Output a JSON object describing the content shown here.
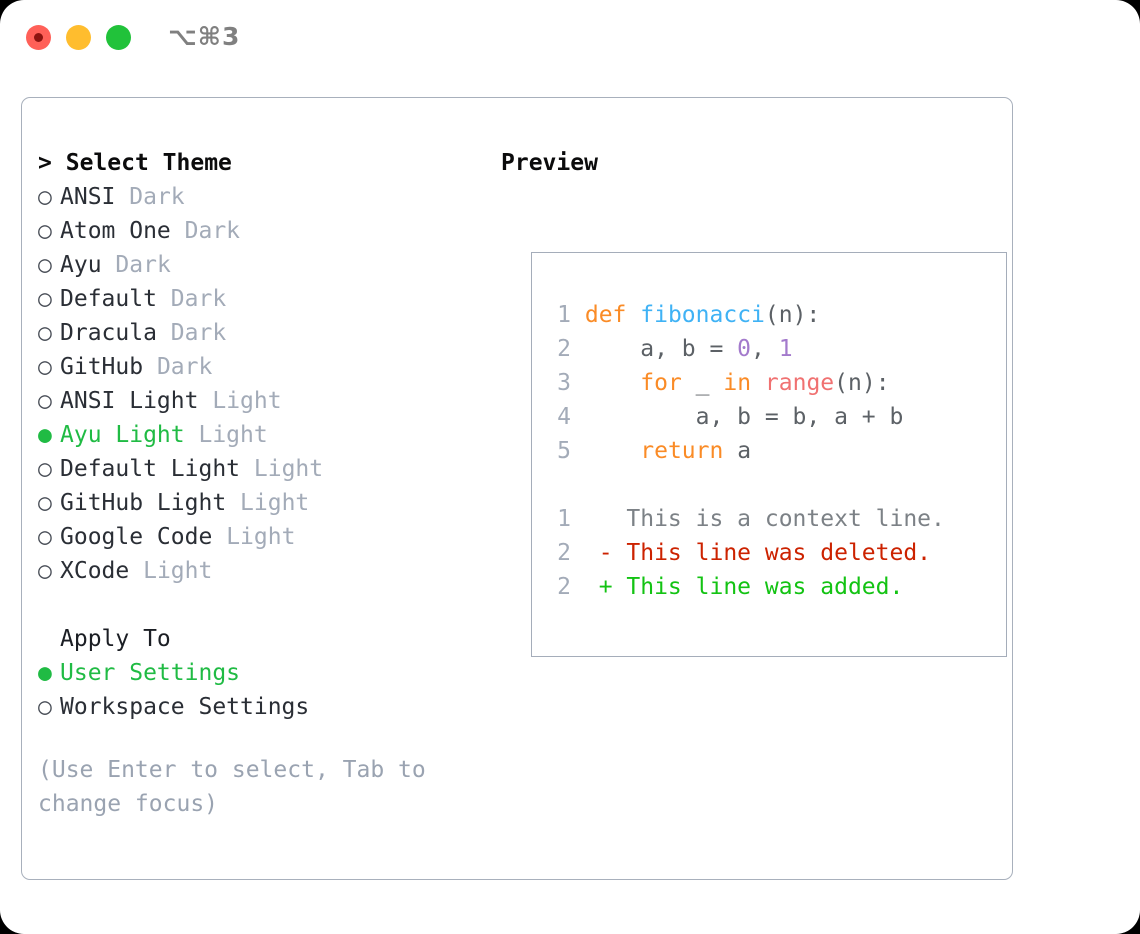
{
  "window": {
    "title": "⌥⌘3",
    "controls": [
      "close",
      "minimize",
      "maximize"
    ]
  },
  "theme_picker": {
    "heading_prefix": ">",
    "heading": "Select Theme",
    "bullet_selected": "●",
    "bullet_unselected": "○",
    "themes": [
      {
        "name": "ANSI",
        "category": "Dark",
        "selected": false
      },
      {
        "name": "Atom One",
        "category": "Dark",
        "selected": false
      },
      {
        "name": "Ayu",
        "category": "Dark",
        "selected": false
      },
      {
        "name": "Default",
        "category": "Dark",
        "selected": false
      },
      {
        "name": "Dracula",
        "category": "Dark",
        "selected": false
      },
      {
        "name": "GitHub",
        "category": "Dark",
        "selected": false
      },
      {
        "name": "ANSI Light",
        "category": "Light",
        "selected": false
      },
      {
        "name": "Ayu Light",
        "category": "Light",
        "selected": true
      },
      {
        "name": "Default Light",
        "category": "Light",
        "selected": false
      },
      {
        "name": "GitHub Light",
        "category": "Light",
        "selected": false
      },
      {
        "name": "Google Code",
        "category": "Light",
        "selected": false
      },
      {
        "name": "XCode",
        "category": "Light",
        "selected": false
      }
    ]
  },
  "apply_to": {
    "heading": "Apply To",
    "options": [
      {
        "label": "User Settings",
        "selected": true
      },
      {
        "label": "Workspace Settings",
        "selected": false
      }
    ]
  },
  "hint": "(Use Enter to select, Tab to change focus)",
  "preview": {
    "title": "Preview",
    "code_lines": [
      {
        "num": "1",
        "tokens": [
          {
            "t": " ",
            "c": "pln"
          },
          {
            "t": "def",
            "c": "kw"
          },
          {
            "t": " ",
            "c": "pln"
          },
          {
            "t": "fibonacci",
            "c": "fn"
          },
          {
            "t": "(n):",
            "c": "pln"
          }
        ]
      },
      {
        "num": "2",
        "tokens": [
          {
            "t": "     a, b = ",
            "c": "pln"
          },
          {
            "t": "0",
            "c": "num"
          },
          {
            "t": ", ",
            "c": "pln"
          },
          {
            "t": "1",
            "c": "num"
          }
        ]
      },
      {
        "num": "3",
        "tokens": [
          {
            "t": "     ",
            "c": "pln"
          },
          {
            "t": "for",
            "c": "kw"
          },
          {
            "t": " _ ",
            "c": "pln"
          },
          {
            "t": "in",
            "c": "kw"
          },
          {
            "t": " ",
            "c": "pln"
          },
          {
            "t": "range",
            "c": "call"
          },
          {
            "t": "(n):",
            "c": "pln"
          }
        ]
      },
      {
        "num": "4",
        "tokens": [
          {
            "t": "         a, b = b, a + b",
            "c": "pln"
          }
        ]
      },
      {
        "num": "5",
        "tokens": [
          {
            "t": "     ",
            "c": "pln"
          },
          {
            "t": "return",
            "c": "kw"
          },
          {
            "t": " a",
            "c": "pln"
          }
        ]
      }
    ],
    "diff_lines": [
      {
        "num": "1",
        "marker": "  ",
        "text": "This is a context line.",
        "kind": "ctx"
      },
      {
        "num": "2",
        "marker": "- ",
        "text": "This line was deleted.",
        "kind": "del"
      },
      {
        "num": "2",
        "marker": "+ ",
        "text": "This line was added.",
        "kind": "add"
      }
    ]
  },
  "colors": {
    "selected_green": "#20bb44",
    "muted_gray": "#a3abb8",
    "keyword_orange": "#fa8b26",
    "function_blue": "#3fb2f5",
    "call_red": "#f07171",
    "number_purple": "#a37acc",
    "diff_delete": "#cc2200",
    "diff_add": "#13c313",
    "panel_border": "#a8b0bc"
  }
}
